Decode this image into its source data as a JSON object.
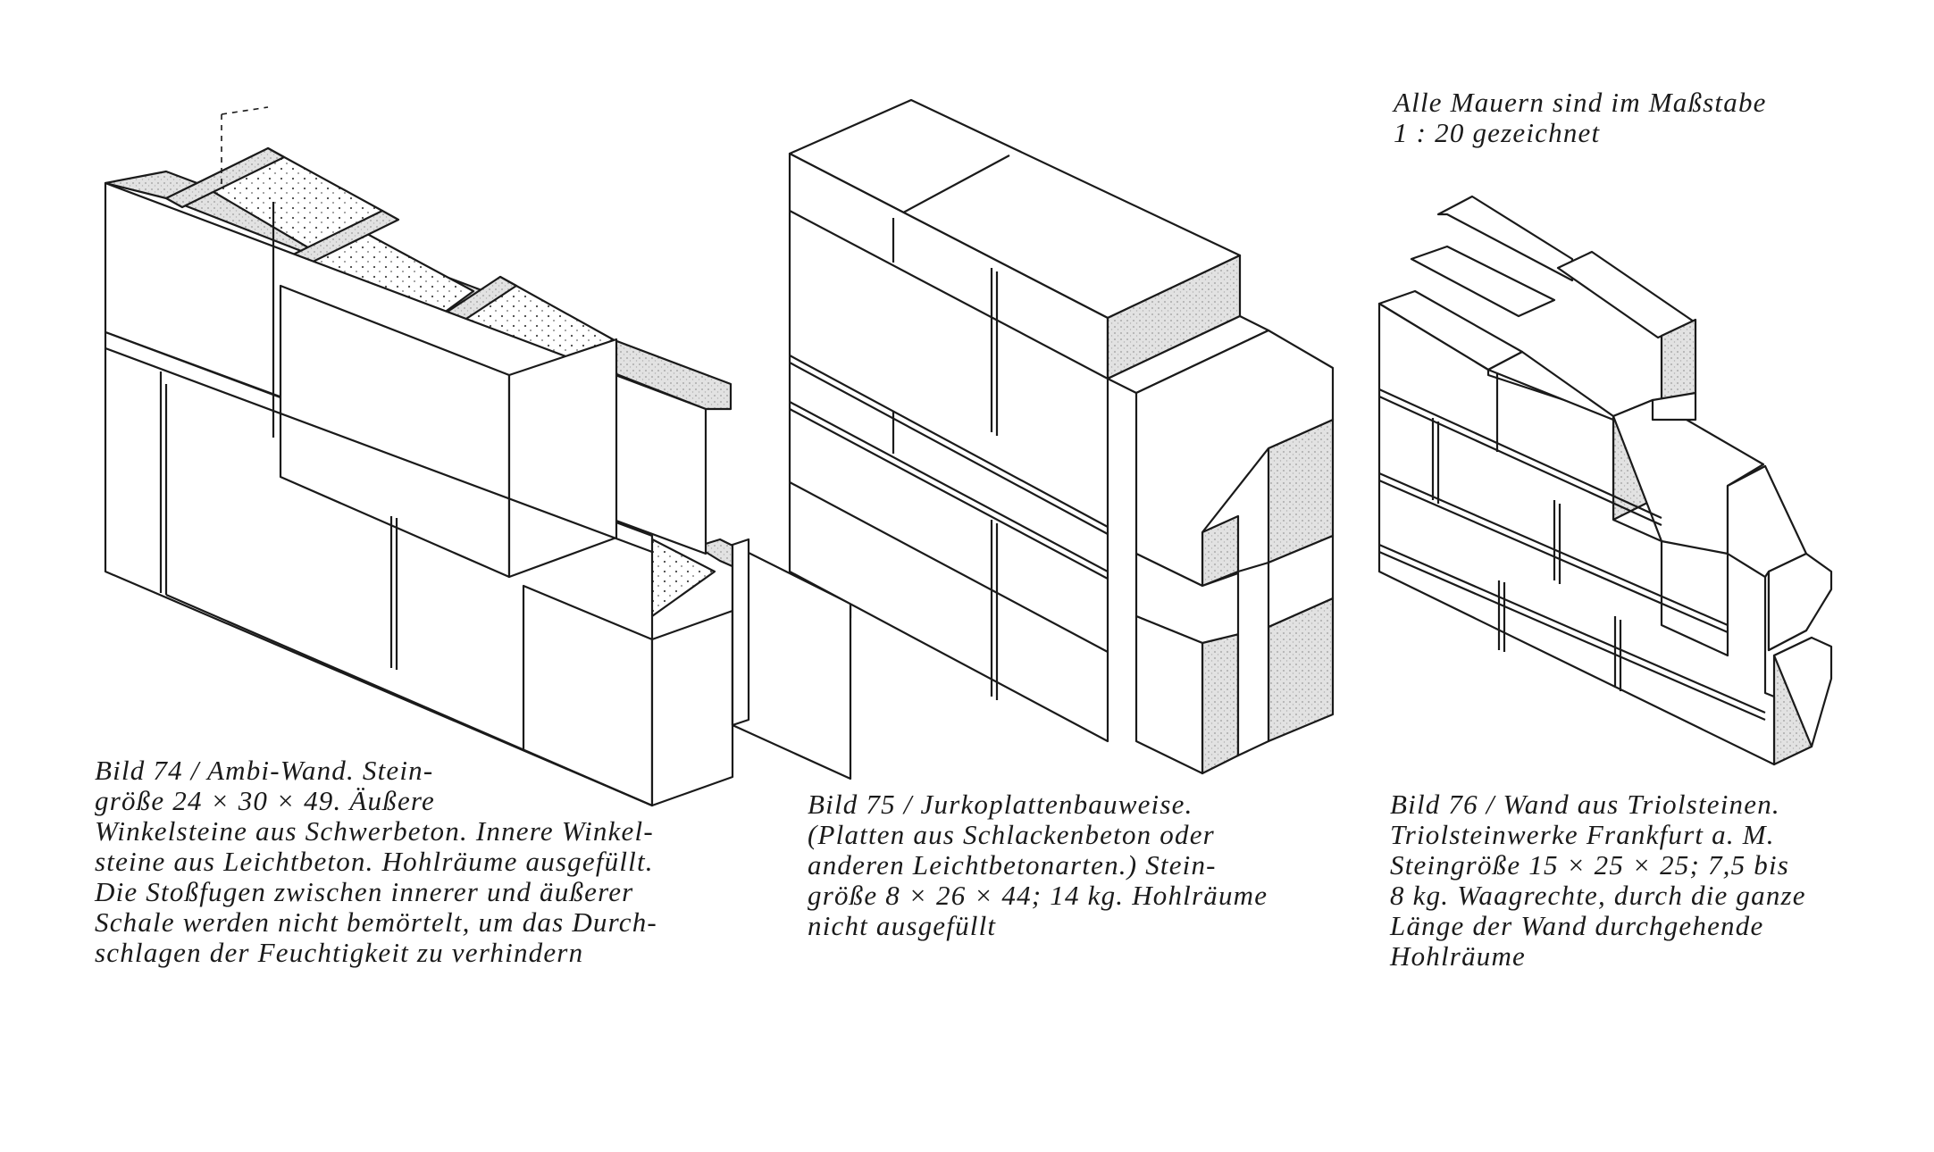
{
  "scale_note": {
    "lines": [
      "Alle Mauern sind im Maßstabe",
      "1 : 20 gezeichnet"
    ]
  },
  "figures": [
    {
      "id": "bild-74",
      "caption_lines": [
        "Bild 74 / Ambi-Wand. Stein-",
        "größe  24 × 30 × 49.  Äußere",
        "Winkelsteine aus Schwerbeton. Innere Winkel-",
        "steine aus Leichtbeton. Hohlräume ausgefüllt.",
        "Die Stoßfugen zwischen innerer und äußerer",
        "Schale werden nicht bemörtelt, um das Durch-",
        "schlagen der Feuchtigkeit zu verhindern"
      ]
    },
    {
      "id": "bild-75",
      "caption_lines": [
        "Bild 75  /  Jurkoplattenbauweise.",
        "(Platten  aus  Schlackenbeton  oder",
        "anderen  Leichtbetonarten.)  Stein-",
        "größe 8 × 26 × 44;  14 kg.  Hohlräume",
        "nicht ausgefüllt"
      ]
    },
    {
      "id": "bild-76",
      "caption_lines": [
        "Bild 76 / Wand aus Triolsteinen.",
        "Triolsteinwerke Frankfurt a. M.",
        "Steingröße 15 × 25 × 25;  7,5 bis",
        "8 kg. Waagrechte, durch die ganze",
        "Länge der Wand durchgehende",
        "Hohlräume"
      ]
    }
  ],
  "colors": {
    "ink": "#1a1a1a",
    "paper": "#ffffff",
    "stipple": "#d6d6d6"
  }
}
